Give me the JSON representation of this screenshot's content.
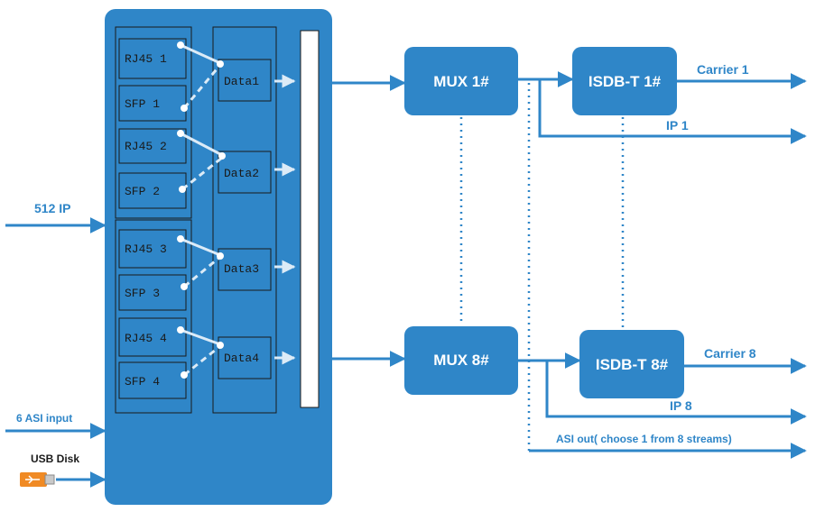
{
  "colors": {
    "panel": "#2f86c8",
    "block": "#2f86c8",
    "line": "#2f86c8",
    "switch": "#dcebf7",
    "text_dark": "#1a1a1a"
  },
  "inputs": {
    "ip": "512 IP",
    "asi": "6 ASI input",
    "usb": "USB Disk"
  },
  "ports": {
    "rj45_1": "RJ45 1",
    "sfp_1": "SFP 1",
    "rj45_2": "RJ45 2",
    "sfp_2": "SFP 2",
    "rj45_3": "RJ45 3",
    "sfp_3": "SFP 3",
    "rj45_4": "RJ45 4",
    "sfp_4": "SFP 4"
  },
  "data_blocks": {
    "d1": "Data1",
    "d2": "Data2",
    "d3": "Data3",
    "d4": "Data4"
  },
  "mux": {
    "m1": "MUX 1#",
    "m8": "MUX 8#"
  },
  "isdbt": {
    "i1": "ISDB-T 1#",
    "i8": "ISDB-T 8#"
  },
  "outputs": {
    "carrier1": "Carrier 1",
    "ip1": "IP 1",
    "carrier8": "Carrier 8",
    "ip8": "IP 8",
    "asi_out": "ASI out( choose 1 from 8 streams)"
  }
}
